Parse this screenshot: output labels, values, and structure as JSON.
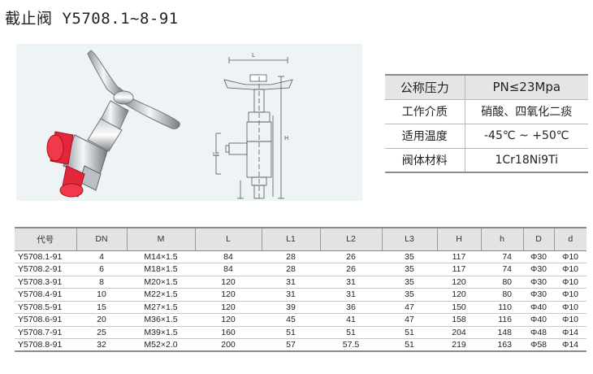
{
  "title": "截止阀 Y5708.1~8-91",
  "spec": {
    "rows": [
      {
        "key": "公称压力",
        "value": "PN≤23Mpa"
      },
      {
        "key": "工作介质",
        "value": "硝酸、四氧化二痰"
      },
      {
        "key": "适用温度",
        "value": "-45℃ ~ +50℃"
      },
      {
        "key": "阀体材料",
        "value": "1Cr18Ni9Ti"
      }
    ]
  },
  "drawing_labels": {
    "L": "L",
    "L1": "L1",
    "H": "H"
  },
  "table": {
    "headers": [
      "代号",
      "DN",
      "M",
      "L",
      "L1",
      "L2",
      "L3",
      "H",
      "h",
      "D",
      "d"
    ],
    "rows": [
      [
        "Y5708.1-91",
        "4",
        "M14×1.5",
        "84",
        "28",
        "26",
        "35",
        "117",
        "74",
        "Φ30",
        "Φ10"
      ],
      [
        "Y5708.2-91",
        "6",
        "M18×1.5",
        "84",
        "28",
        "26",
        "35",
        "117",
        "74",
        "Φ30",
        "Φ10"
      ],
      [
        "Y5708.3-91",
        "8",
        "M20×1.5",
        "120",
        "31",
        "31",
        "35",
        "120",
        "80",
        "Φ30",
        "Φ10"
      ],
      [
        "Y5708.4-91",
        "10",
        "M22×1.5",
        "120",
        "31",
        "31",
        "35",
        "120",
        "80",
        "Φ30",
        "Φ10"
      ],
      [
        "Y5708.5-91",
        "15",
        "M27×1.5",
        "120",
        "39",
        "36",
        "47",
        "150",
        "110",
        "Φ40",
        "Φ10"
      ],
      [
        "Y5708.6-91",
        "20",
        "M36×1.5",
        "120",
        "45",
        "41",
        "47",
        "158",
        "116",
        "Φ40",
        "Φ10"
      ],
      [
        "Y5708.7-91",
        "25",
        "M39×1.5",
        "160",
        "51",
        "51",
        "51",
        "204",
        "148",
        "Φ48",
        "Φ14"
      ],
      [
        "Y5708.8-91",
        "32",
        "M52×2.0",
        "200",
        "57",
        "57.5",
        "51",
        "219",
        "163",
        "Φ58",
        "Φ14"
      ]
    ]
  }
}
